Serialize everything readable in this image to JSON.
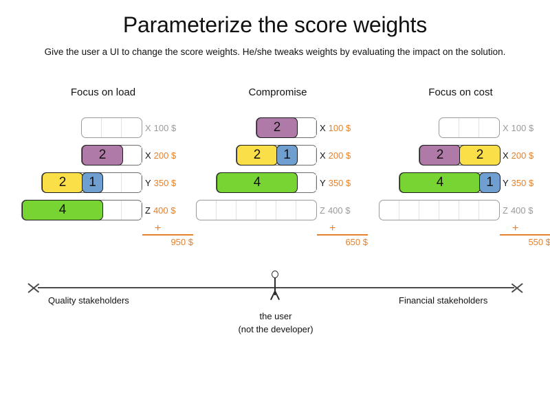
{
  "header": {
    "title": "Parameterize the score weights",
    "subtitle": "Give the user a UI to change the score weights. He/she tweaks weights by evaluating the impact on the solution."
  },
  "colors": {
    "purple": "#b07aa8",
    "yellow": "#fadf48",
    "blue": "#6f9fd0",
    "green": "#77d432",
    "orange": "#e8802a",
    "muted": "#9a9a9a",
    "outline": "#1b1b1b"
  },
  "columns": [
    {
      "heading": "Focus on load",
      "rows": [
        {
          "key": "X",
          "price": "100 $",
          "muted": true,
          "cells": 3,
          "segments": []
        },
        {
          "key": "X",
          "price": "200 $",
          "muted": false,
          "cells": 3,
          "segments": [
            {
              "value": "2",
              "color": "purple",
              "cells": 2
            }
          ]
        },
        {
          "key": "Y",
          "price": "350 $",
          "muted": false,
          "cells": 5,
          "segments": [
            {
              "value": "2",
              "color": "yellow",
              "cells": 2
            },
            {
              "value": "1",
              "color": "blue",
              "cells": 1
            }
          ]
        },
        {
          "key": "Z",
          "price": "400 $",
          "muted": false,
          "cells": 6,
          "segments": [
            {
              "value": "4",
              "color": "green",
              "cells": 4
            }
          ]
        }
      ],
      "sum": {
        "plus": "+",
        "total": "950 $"
      }
    },
    {
      "heading": "Compromise",
      "rows": [
        {
          "key": "X",
          "price": "100 $",
          "muted": false,
          "cells": 3,
          "segments": [
            {
              "value": "2",
              "color": "purple",
              "cells": 2
            }
          ]
        },
        {
          "key": "X",
          "price": "200 $",
          "muted": false,
          "cells": 4,
          "segments": [
            {
              "value": "2",
              "color": "yellow",
              "cells": 2
            },
            {
              "value": "1",
              "color": "blue",
              "cells": 1
            }
          ]
        },
        {
          "key": "Y",
          "price": "350 $",
          "muted": false,
          "cells": 5,
          "segments": [
            {
              "value": "4",
              "color": "green",
              "cells": 4
            }
          ]
        },
        {
          "key": "Z",
          "price": "400 $",
          "muted": true,
          "cells": 6,
          "segments": []
        }
      ],
      "sum": {
        "plus": "+",
        "total": "650 $"
      }
    },
    {
      "heading": "Focus on cost",
      "rows": [
        {
          "key": "X",
          "price": "100 $",
          "muted": true,
          "cells": 3,
          "segments": []
        },
        {
          "key": "X",
          "price": "200 $",
          "muted": false,
          "cells": 4,
          "segments": [
            {
              "value": "2",
              "color": "purple",
              "cells": 2
            },
            {
              "value": "2",
              "color": "yellow",
              "cells": 2
            }
          ]
        },
        {
          "key": "Y",
          "price": "350 $",
          "muted": false,
          "cells": 5,
          "segments": [
            {
              "value": "4",
              "color": "green",
              "cells": 4
            },
            {
              "value": "1",
              "color": "blue",
              "cells": 1
            }
          ]
        },
        {
          "key": "Z",
          "price": "400 $",
          "muted": true,
          "cells": 6,
          "segments": []
        }
      ],
      "sum": {
        "plus": "+",
        "total": "550 $"
      }
    }
  ],
  "spectrum": {
    "left_label": "Quality stakeholders",
    "right_label": "Financial stakeholders",
    "figure_caption_line1": "the user",
    "figure_caption_line2": "(not the developer)"
  }
}
